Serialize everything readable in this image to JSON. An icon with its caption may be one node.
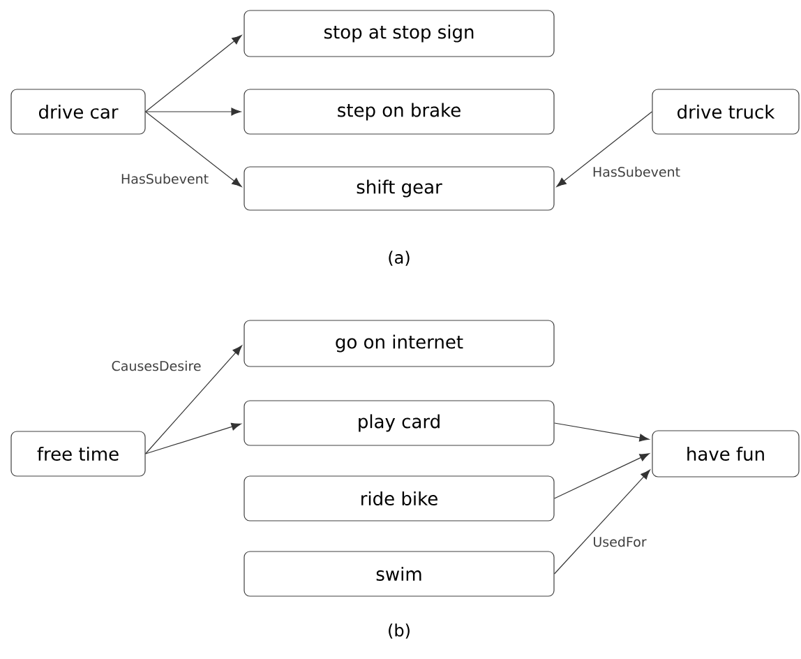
{
  "diagram": {
    "nodes": [
      {
        "text": [
          "drive car"
        ]
      },
      {
        "text": [
          "stop at stop sign"
        ]
      },
      {
        "text": [
          "step on brake"
        ]
      },
      {
        "text": [
          "shift gear"
        ]
      },
      {
        "text": [
          "drive truck"
        ]
      },
      {
        "text": [
          "go on internet"
        ]
      },
      {
        "text": [
          "free time"
        ]
      },
      {
        "text": [
          "play card"
        ]
      },
      {
        "text": [
          "ride bike"
        ]
      },
      {
        "text": [
          "swim"
        ]
      },
      {
        "text": [
          "have fun"
        ]
      }
    ],
    "edges": [
      {
        "from": 0,
        "to": 1,
        "arrow": "to"
      },
      {
        "from": 0,
        "to": 2,
        "arrow": "to"
      },
      {
        "from": 0,
        "to": 3,
        "arrow": "to",
        "label": "HasSubevent"
      },
      {
        "from": 4,
        "to": 3,
        "arrow": "to",
        "label": "HasSubevent"
      },
      {
        "from": 6,
        "to": 5,
        "arrow": "to",
        "label": "CausesDesire"
      },
      {
        "from": 6,
        "to": 7,
        "arrow": "to"
      },
      {
        "from": 7,
        "to": 10,
        "arrow": "to"
      },
      {
        "from": 8,
        "to": 10,
        "arrow": "to"
      },
      {
        "from": 9,
        "to": 10,
        "arrow": "to",
        "label": "UsedFor"
      }
    ],
    "labels": [
      "(a)",
      "(b)"
    ]
  }
}
